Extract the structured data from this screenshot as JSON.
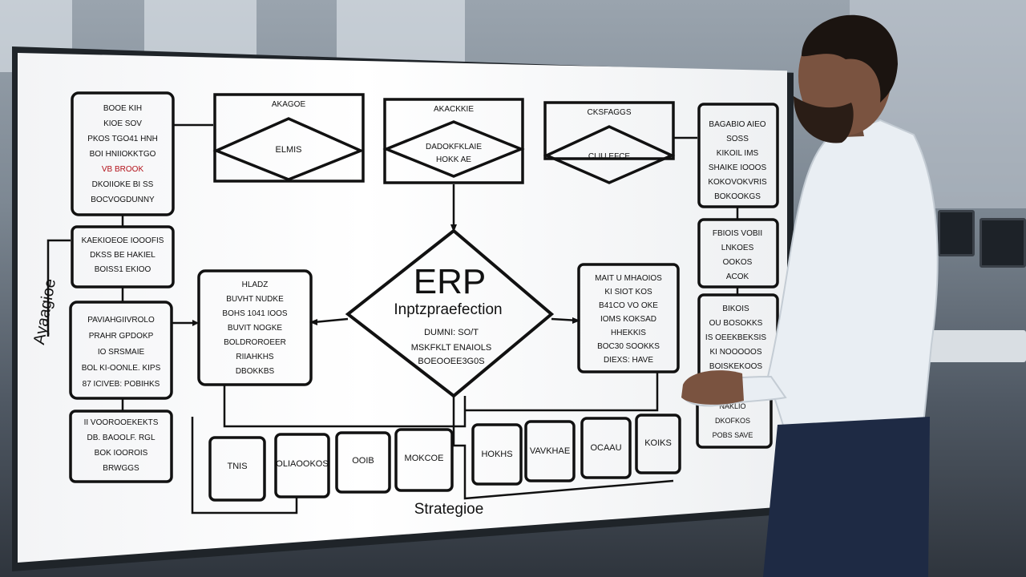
{
  "diagram": {
    "center_title": "ERP",
    "center_subtitle": "Inptzpraefection",
    "center_lines": [
      "DUMNI: SO/T",
      "MSKFKLT ENAIOLS",
      "BOEOOEE3G0S"
    ],
    "side_label": "Ayaagioe",
    "bottom_label": "Strategioe",
    "top_boxes": [
      {
        "title": "AKAGOE",
        "inner": "ELMIS"
      },
      {
        "title": "AKACKKIE",
        "inner": "DADOKFKLAIE",
        "inner2": "HOKK AE"
      },
      {
        "title": "CKSFAGGS",
        "inner": "CLIU EFCE"
      }
    ],
    "left_boxes": [
      {
        "lines": [
          "BOOE KIH",
          "KIOE SOV",
          "PKOS TGO41 HNH",
          "BOI HNIIOKKTGO",
          "VB BROOK",
          "DKOIIOKE BI SS",
          "BOCVOGDUNNY"
        ]
      },
      {
        "lines": [
          "KAEKIOEOE IOOOFIS",
          "DKSS BE HAKIEL",
          "BOISS1 EKIOO"
        ]
      },
      {
        "lines": [
          "PAVIAHGIIVROLO",
          "PRAHR GPDOKP",
          "IO SRSMAIE",
          "BOL KI-OONLE. KIPS",
          "87 ICIVEB: POBIHKS"
        ]
      },
      {
        "lines": [
          "II VOOROOEKEKTS",
          "DB. BAOOLF. RGL",
          "BOK IOOROIS",
          "BRWGGS"
        ]
      }
    ],
    "mid_left_box": {
      "lines": [
        "HLADZ",
        "BUVHT NUDKE",
        "BOHS 1041 IOOS",
        "BUVIT NOGKE",
        "BOLDROROEER",
        "RIIAHKHS",
        "DBOKKBS"
      ]
    },
    "mid_right_box": {
      "lines": [
        "MAIT U MHAOIOS",
        "KI SIOT KOS",
        "B41CO VO OKE",
        "IOMS KOKSAD",
        "HHEKKIS",
        "BOC30 SOOKKS",
        "DIEXS: HAVE"
      ]
    },
    "right_boxes": [
      {
        "lines": [
          "BAGABIO AIEO",
          "SOSS",
          "KIKOIL IMS",
          "SHAIKE IOOOS",
          "KOKOVOKVRIS",
          "BOKOOKGS"
        ]
      },
      {
        "lines": [
          "FBIOIS VOBII",
          "LNKOES",
          "OOKOS",
          "ACOK"
        ]
      },
      {
        "lines": [
          "BIKOIS",
          "OU BOSOKKS",
          "IS OEEKBEKSIS",
          "KI NOOOOOS",
          "BOISKEKOOS"
        ]
      },
      {
        "lines": [
          "NAKLIO",
          "DKOFKOS",
          "POBS SAVE"
        ]
      }
    ],
    "bottom_boxes": [
      "TNIS",
      "OLIAOOKOS",
      "OOIB",
      "MOKCOE",
      "HOKHS",
      "VAVKHAE",
      "OCAAU",
      "KOIKS"
    ]
  },
  "colors": {
    "board": "#ffffff",
    "ink": "#111111",
    "accent_red": "#b3121a",
    "shirt": "#e9eef3",
    "trousers": "#1e2a44",
    "skin": "#7a5340"
  }
}
